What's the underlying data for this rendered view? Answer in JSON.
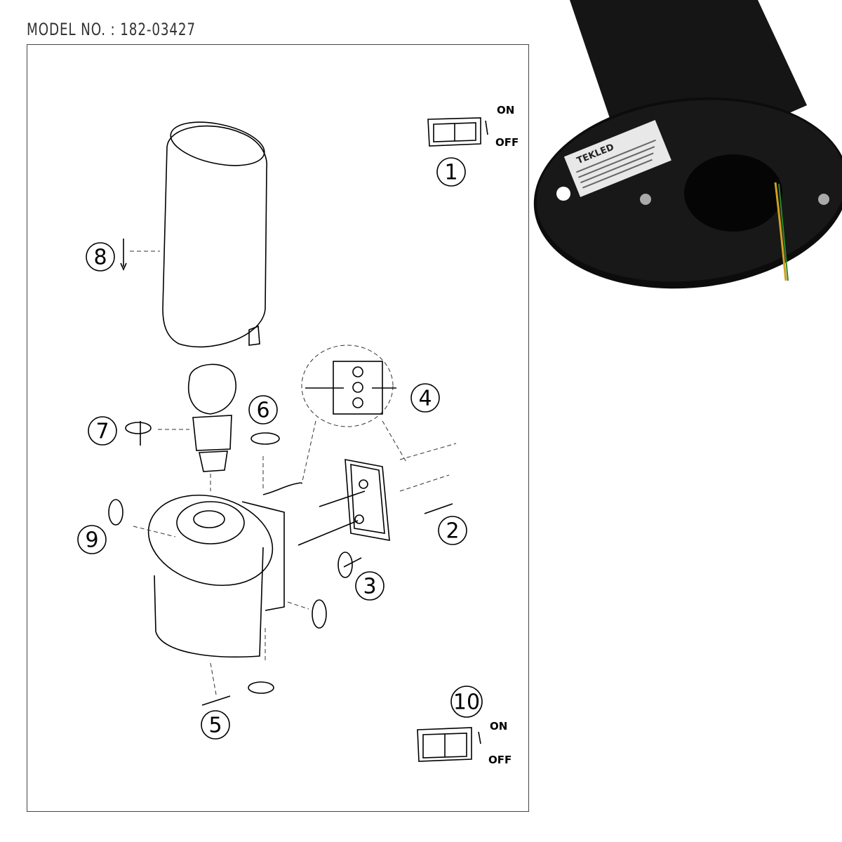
{
  "header": {
    "model_no": "MODEL NO. : 182-03427"
  },
  "steps": [
    "1",
    "2",
    "3",
    "4",
    "5",
    "6",
    "7",
    "8",
    "9",
    "10"
  ],
  "switch_top": {
    "on": "ON",
    "off": "OFF"
  },
  "switch_bottom": {
    "on": "ON",
    "off": "OFF"
  },
  "photo": {
    "logo": "TEKLED",
    "product_color": "#111111"
  }
}
